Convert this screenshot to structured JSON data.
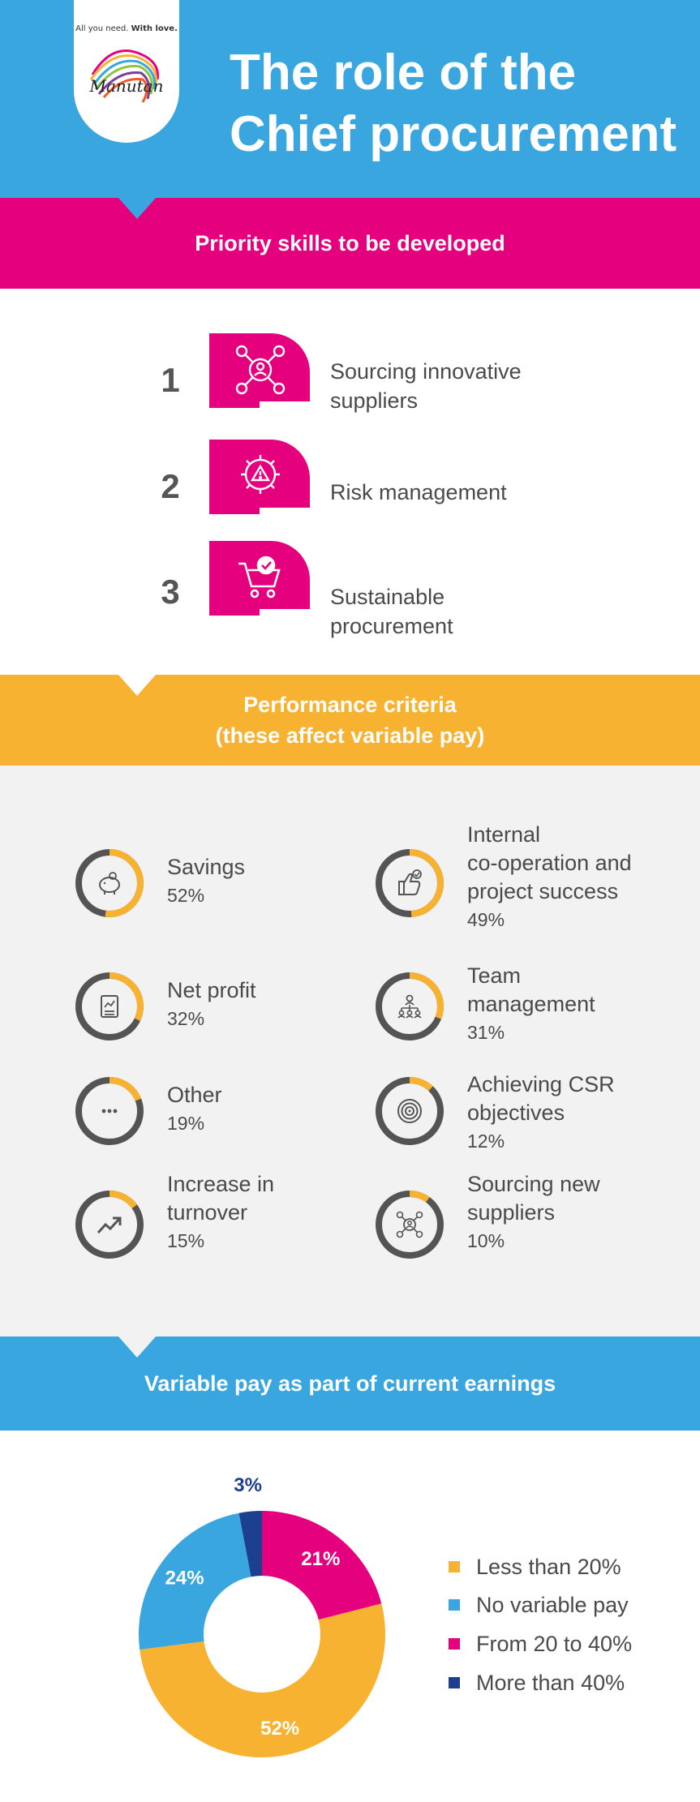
{
  "header": {
    "tagline_plain": "All you need.",
    "tagline_bold": "With love.",
    "brand": "Manutan",
    "title_line1": "The role of the",
    "title_line2": "Chief procurement"
  },
  "skills_section": {
    "heading": "Priority skills to be developed",
    "items": [
      {
        "number": "1",
        "label_line1": "Sourcing innovative",
        "label_line2": "suppliers",
        "icon": "network-person-icon"
      },
      {
        "number": "2",
        "label_line1": "Risk management",
        "label_line2": "",
        "icon": "gear-warning-icon"
      },
      {
        "number": "3",
        "label_line1": "Sustainable procurement",
        "label_line2": "",
        "icon": "cart-check-icon"
      }
    ]
  },
  "performance_section": {
    "heading_line1": "Performance criteria",
    "heading_line2": "(these affect variable pay)",
    "items": [
      {
        "lines": [
          "Savings"
        ],
        "percent": "52%",
        "value": 52,
        "icon": "piggy-bank-icon"
      },
      {
        "lines": [
          "Internal",
          "co-operation and",
          "project success"
        ],
        "percent": "49%",
        "value": 49,
        "icon": "thumbs-up-icon"
      },
      {
        "lines": [
          "Net profit"
        ],
        "percent": "32%",
        "value": 32,
        "icon": "report-chart-icon"
      },
      {
        "lines": [
          "Team",
          "management"
        ],
        "percent": "31%",
        "value": 31,
        "icon": "team-hierarchy-icon"
      },
      {
        "lines": [
          "Other"
        ],
        "percent": "19%",
        "value": 19,
        "icon": "dots-icon"
      },
      {
        "lines": [
          "Achieving CSR",
          "objectives"
        ],
        "percent": "12%",
        "value": 12,
        "icon": "target-icon"
      },
      {
        "lines": [
          "Increase in",
          "turnover"
        ],
        "percent": "15%",
        "value": 15,
        "icon": "trend-up-icon"
      },
      {
        "lines": [
          "Sourcing new",
          "suppliers"
        ],
        "percent": "10%",
        "value": 10,
        "icon": "network-person-icon"
      }
    ]
  },
  "pay_section": {
    "heading": "Variable pay as part of current earnings"
  },
  "chart_data": {
    "type": "pie",
    "donut": true,
    "title": "",
    "slices": [
      {
        "label": "Less than 20%",
        "value": 52,
        "data_label": "52%",
        "color": "#f7b231"
      },
      {
        "label": "No variable pay",
        "value": 24,
        "data_label": "24%",
        "color": "#3aa6df"
      },
      {
        "label": "More than 40%",
        "value": 3,
        "data_label": "3%",
        "color": "#1d3f8f"
      },
      {
        "label": "From 20 to 40%",
        "value": 21,
        "data_label": "21%",
        "color": "#e5007e"
      }
    ],
    "legend": {
      "placement": "right",
      "entries": [
        {
          "label": "Less than 20%",
          "color": "#f7b231"
        },
        {
          "label": "No variable pay",
          "color": "#3aa6df"
        },
        {
          "label": "From 20 to 40%",
          "color": "#e5007e"
        },
        {
          "label": "More than 40%",
          "color": "#1d3f8f"
        }
      ]
    }
  },
  "colors": {
    "blue": "#3aa6df",
    "pink": "#e5007e",
    "orange": "#f7b231",
    "navy": "#1d3f8f",
    "dark_gray": "#4a4a4a"
  }
}
